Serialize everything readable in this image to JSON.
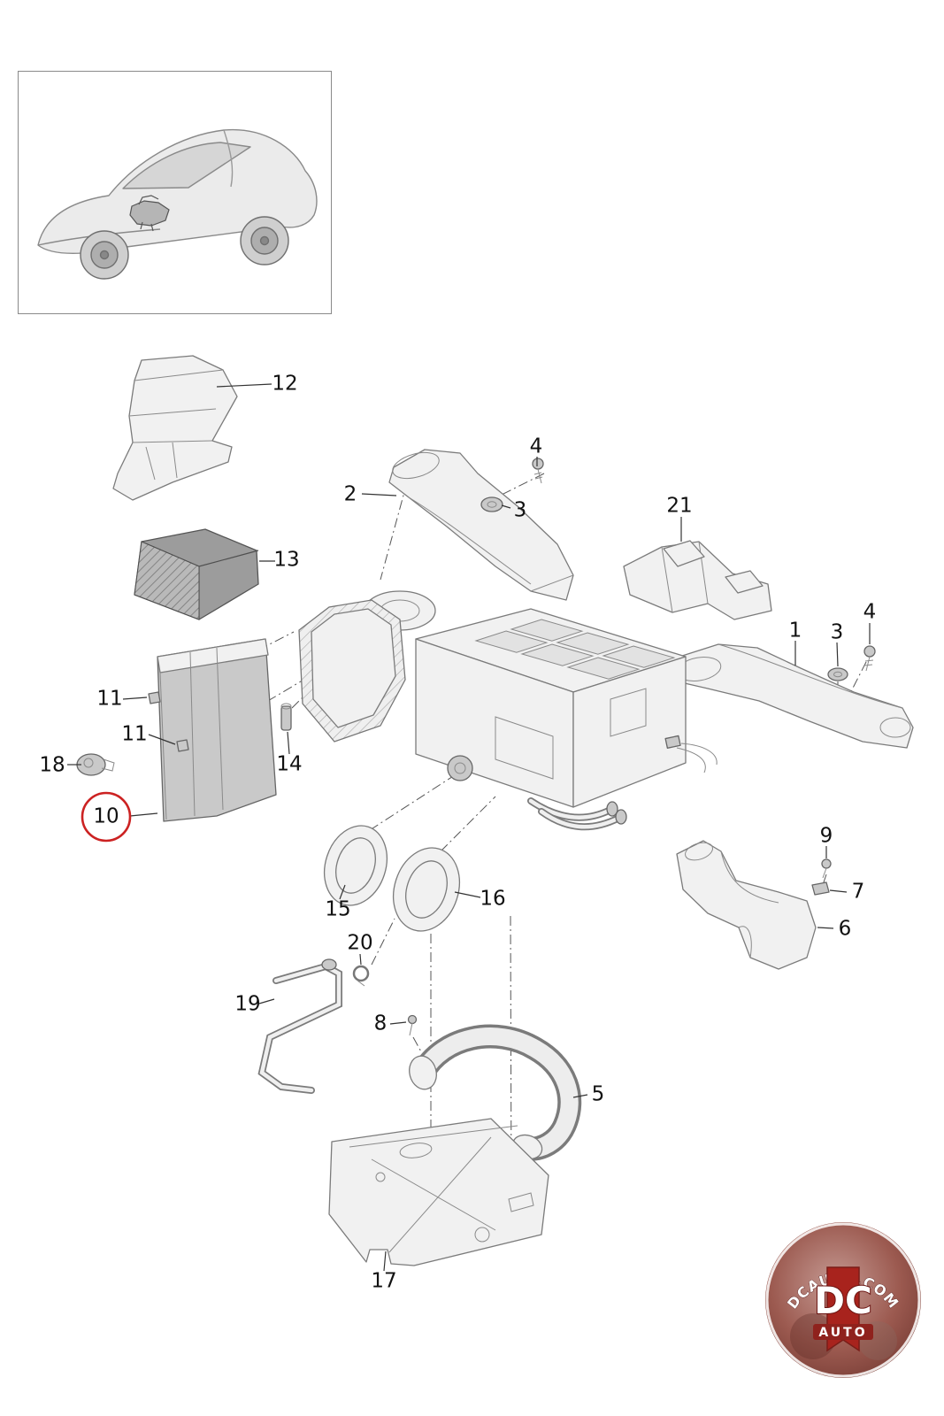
{
  "callouts": [
    {
      "label": "12"
    },
    {
      "label": "2"
    },
    {
      "label": "4"
    },
    {
      "label": "3"
    },
    {
      "label": "21"
    },
    {
      "label": "13"
    },
    {
      "label": "1"
    },
    {
      "label": "3"
    },
    {
      "label": "4"
    },
    {
      "label": "11"
    },
    {
      "label": "11"
    },
    {
      "label": "14"
    },
    {
      "label": "18"
    },
    {
      "label": "10"
    },
    {
      "label": "15"
    },
    {
      "label": "16"
    },
    {
      "label": "9"
    },
    {
      "label": "7"
    },
    {
      "label": "6"
    },
    {
      "label": "20"
    },
    {
      "label": "19"
    },
    {
      "label": "8"
    },
    {
      "label": "5"
    },
    {
      "label": "17"
    }
  ],
  "highlight": {
    "circled_callout": "10",
    "color": "#cc2222"
  },
  "badge": {
    "site": "DCAUTO.COM",
    "name": "DC",
    "subname": "AUTO",
    "red": "#a8231d",
    "dark_red": "#7a1d18"
  }
}
